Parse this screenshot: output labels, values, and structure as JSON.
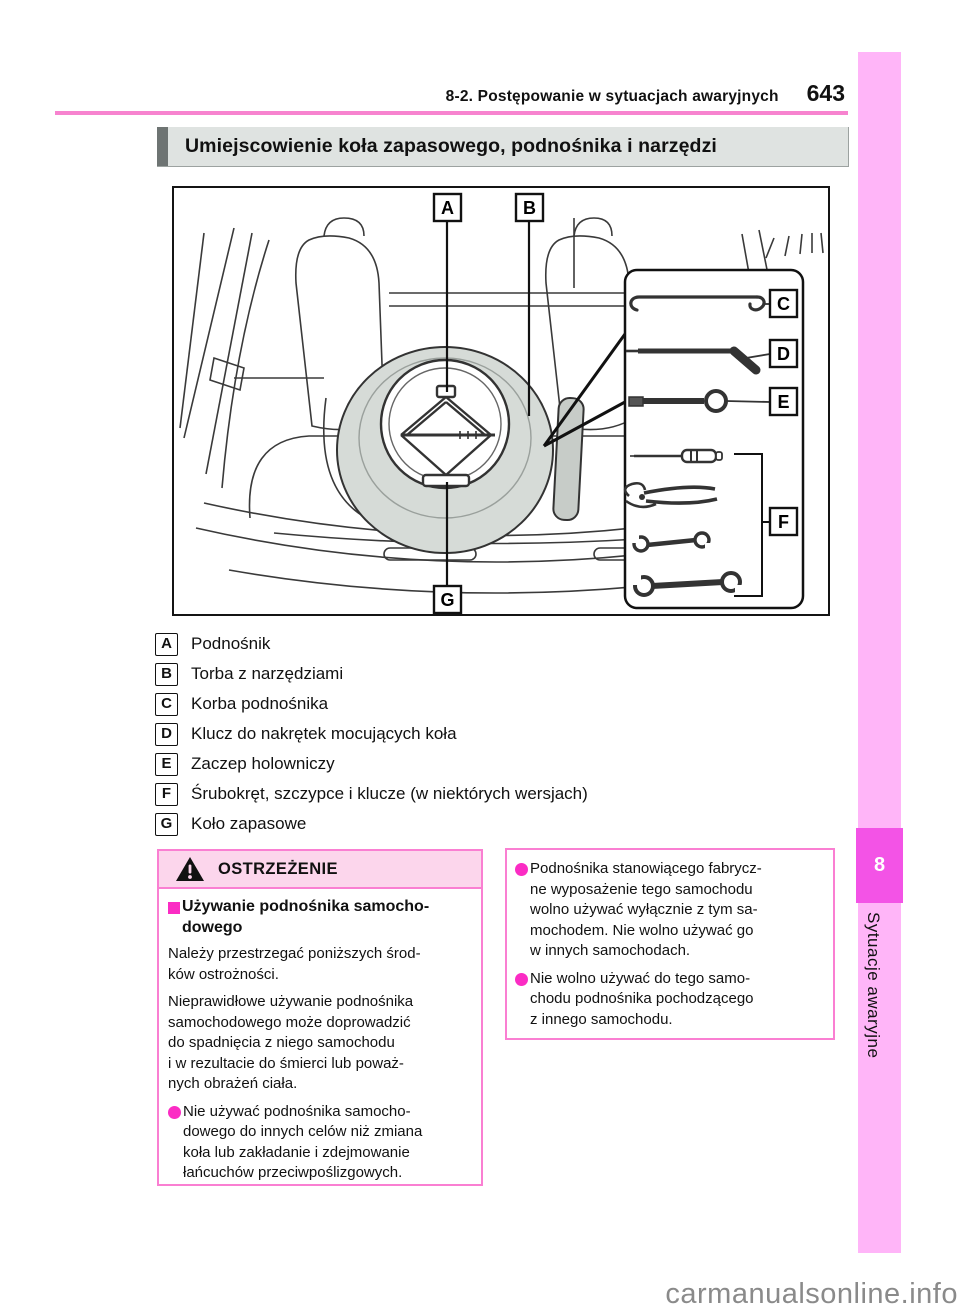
{
  "page": {
    "header": {
      "breadcrumb": "8-2. Postępowanie w sytuacjach awaryjnych",
      "page_number": "643"
    },
    "section_title": "Umiejscowienie koła zapasowego, podnośnika i narzędzi",
    "watermark": "carmanualsonline.info"
  },
  "diagram": {
    "description": "Car trunk line drawing with spare wheel, scissor jack, tool bag and exploded tool-kit panel",
    "callouts": [
      "A",
      "B",
      "C",
      "D",
      "E",
      "F",
      "G"
    ]
  },
  "legend": {
    "items": [
      {
        "key": "A",
        "label": "Podnośnik"
      },
      {
        "key": "B",
        "label": "Torba z narzędziami"
      },
      {
        "key": "C",
        "label": "Korba podnośnika"
      },
      {
        "key": "D",
        "label": "Klucz do nakrętek mocujących koła"
      },
      {
        "key": "E",
        "label": "Zaczep holowniczy"
      },
      {
        "key": "F",
        "label": "Śrubokręt, szczypce i klucze (w niektórych wersjach)"
      },
      {
        "key": "G",
        "label": "Koło zapasowe"
      }
    ]
  },
  "warning": {
    "title": "OSTRZEŻENIE",
    "subheading": "Używanie podnośnika samocho-\ndowego",
    "paragraphs": [
      "Należy przestrzegać poniższych środ-\nków ostrożności.",
      "Nieprawidłowe używanie podnośnika\nsamochodowego może doprowadzić\ndo spadnięcia z niego samochodu\ni w rezultacie do śmierci lub poważ-\nnych obrażeń ciała."
    ],
    "bullets_left": [
      "Nie używać podnośnika samocho-\ndowego do innych celów niż zmiana\nkoła lub zakładanie i zdejmowanie\nłańcuchów przeciwpoślizgowych."
    ],
    "bullets_right": [
      "Podnośnika stanowiącego fabrycz-\nne wyposażenie tego samochodu\nwolno używać wyłącznie z tym sa-\nmochodem. Nie wolno używać go\nw innych samochodach.",
      "Nie wolno używać do tego samo-\nchodu podnośnika pochodzącego\nz innego samochodu."
    ]
  },
  "sidebar": {
    "chapter_number": "8",
    "chapter_label": "Sytuacje awaryjne"
  },
  "icons": {
    "warning_triangle": "black triangle with white exclamation mark"
  },
  "colors": {
    "accent_pink_rule": "#f783cf",
    "warning_border_pink": "#fa7fd2",
    "warning_header_bg": "#fcd6ec",
    "bullet_magenta": "#fb2cc4",
    "sidebar_bar": "#ffb5f8",
    "sidebar_badge": "#f353e6",
    "section_bar_bg": "#dfe3e1",
    "section_bar_accent": "#6e7473",
    "tire_gray": "#d6dbd7",
    "watermark_gray": "#8a8a8a"
  }
}
